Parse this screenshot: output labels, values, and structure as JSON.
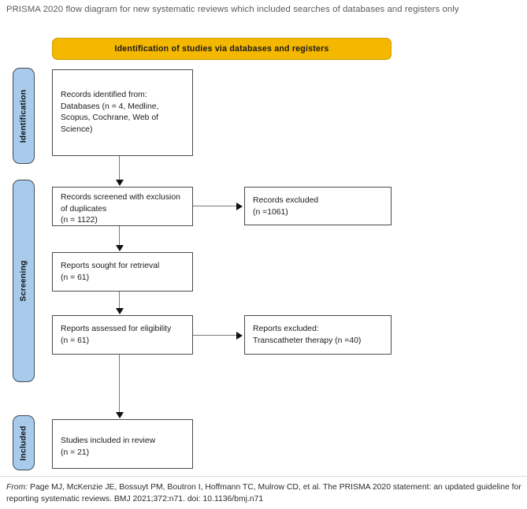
{
  "title": "PRISMA 2020 flow diagram for new systematic reviews which included searches of databases and registers only",
  "banner": {
    "identification": "Identification of studies via databases and registers"
  },
  "stages": [
    {
      "key": "identification",
      "label": "Identification"
    },
    {
      "key": "screening",
      "label": "Screening"
    },
    {
      "key": "included",
      "label": "Included"
    }
  ],
  "boxes": {
    "records_identified": {
      "line1": "Records identified from:",
      "line2": "Databases (n = 4, Medline,",
      "line3": "Scopus, Cochrane, Web of",
      "line4": "Science)"
    },
    "records_screened": {
      "line1": "Records screened with exclusion",
      "line2": "of duplicates",
      "line3": "(n = 1122)"
    },
    "records_excluded": {
      "line1": "Records excluded",
      "line2": "(n =1061)"
    },
    "reports_sought": {
      "line1": "Reports sought for retrieval",
      "line2": "(n = 61)"
    },
    "reports_assessed": {
      "line1": "Reports assessed for eligibility",
      "line2": "(n = 61)"
    },
    "reports_excluded": {
      "line1": "Reports excluded:",
      "line2": "Transcatheter therapy (n =40)"
    },
    "studies_included": {
      "line1": "Studies included in review",
      "line2": "(n = 21)"
    }
  },
  "footer": {
    "from_label": "From:",
    "citation_line1": "Page MJ, McKenzie JE, Bossuyt PM, Boutron I, Hoffmann TC, Mulrow CD, et al. The PRISMA 2020 statement: an updated",
    "citation_line2": "guideline for reporting systematic reviews. BMJ 2021;372:n71. doi: 10.1136/bmj.n71"
  },
  "colors": {
    "banner_bg": "#f5b800",
    "stage_bg": "#a8cbec",
    "box_border": "#4a4a4a",
    "connector": "#7a7a7a",
    "title_text": "#5a5a5a"
  }
}
